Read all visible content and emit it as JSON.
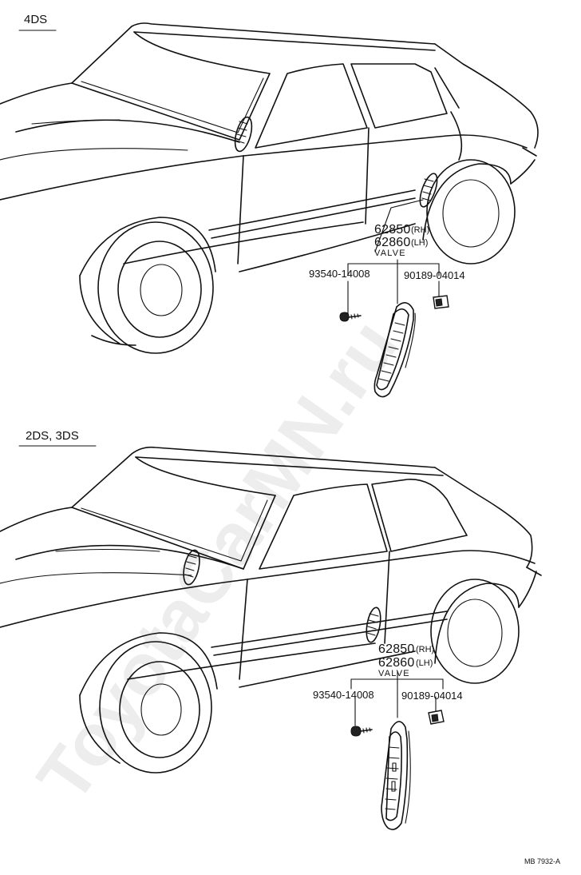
{
  "watermark": "ToyotaCarMN.ru",
  "reference": "MB 7932-A",
  "sections": [
    {
      "title": "4DS",
      "part_rh": "62850",
      "part_rh_side": "(RH)",
      "part_lh": "62860",
      "part_lh_side": "(LH)",
      "part_name": "VALVE",
      "screw": "93540-14008",
      "nut": "90189-04014"
    },
    {
      "title": "2DS, 3DS",
      "part_rh": "62850",
      "part_rh_side": "(RH)",
      "part_lh": "62860",
      "part_lh_side": "(LH)",
      "part_name": "VALVE",
      "screw": "93540-14008",
      "nut": "90189-04014"
    }
  ]
}
